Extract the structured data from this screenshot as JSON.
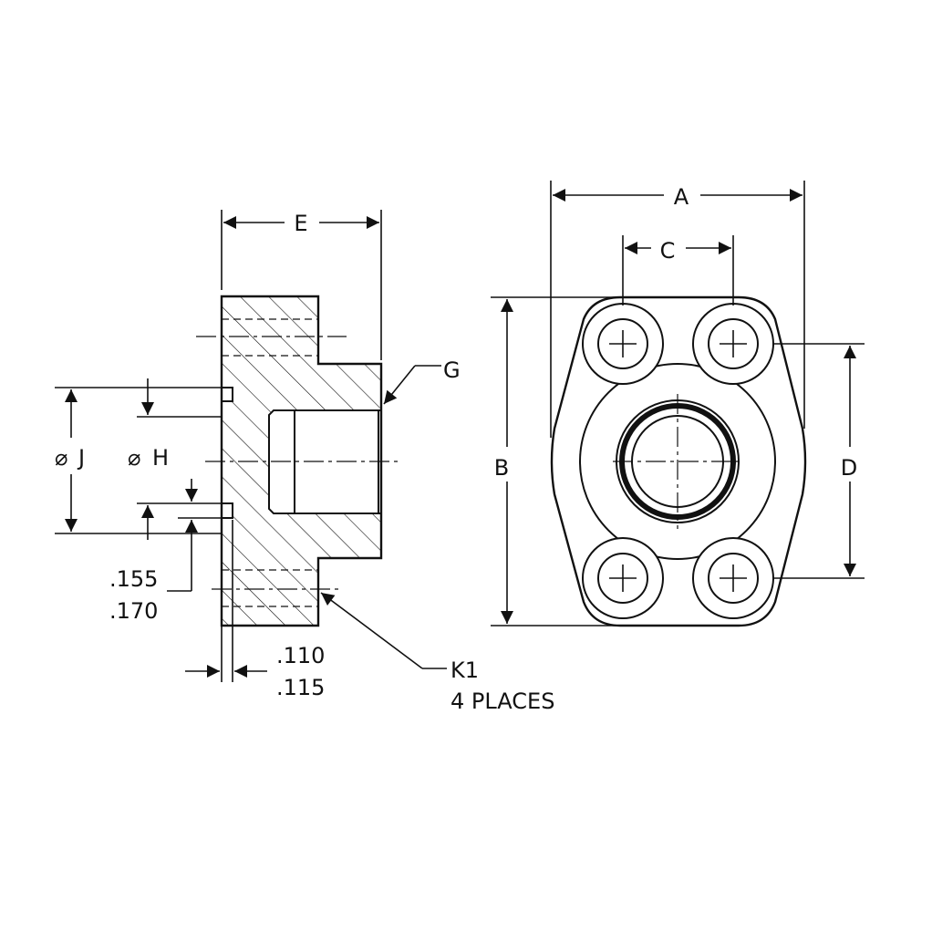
{
  "drawing": {
    "labels": {
      "e": "E",
      "g": "G",
      "j": "J",
      "h": "H",
      "dim_155": ".155",
      "dim_170": ".170",
      "dim_110": ".110",
      "dim_115": ".115",
      "k1": "K1",
      "k1_note": "4 PLACES",
      "a": "A",
      "b": "B",
      "c": "C",
      "d": "D"
    },
    "diameter_symbol": "⌀"
  }
}
